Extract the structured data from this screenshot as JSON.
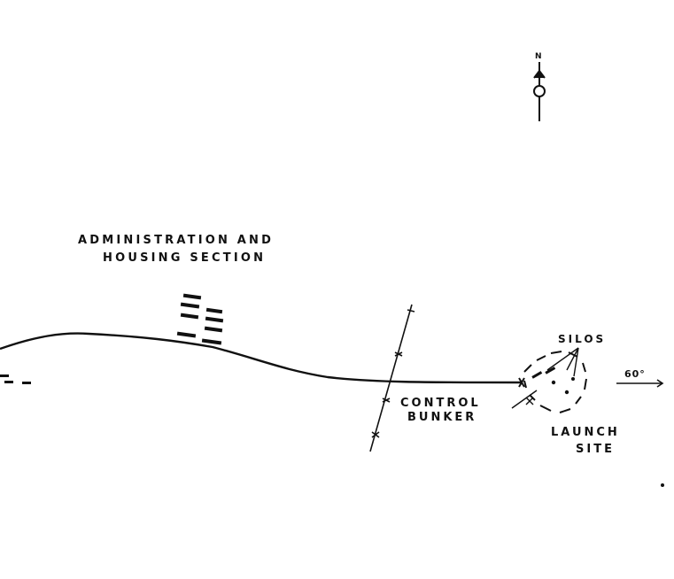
{
  "labels": {
    "admin_line1": "ADMINISTRATION AND",
    "admin_line2": "HOUSING SECTION",
    "silos": "SILOS",
    "control_line1": "CONTROL",
    "control_line2": "BUNKER",
    "launch_line1": "LAUNCH",
    "launch_line2": "SITE",
    "direction": "60°",
    "north": "N"
  },
  "colors": {
    "ink": "#111111",
    "paper": "#ffffff"
  },
  "icons": {
    "north_arrow": "north-arrow-icon"
  }
}
